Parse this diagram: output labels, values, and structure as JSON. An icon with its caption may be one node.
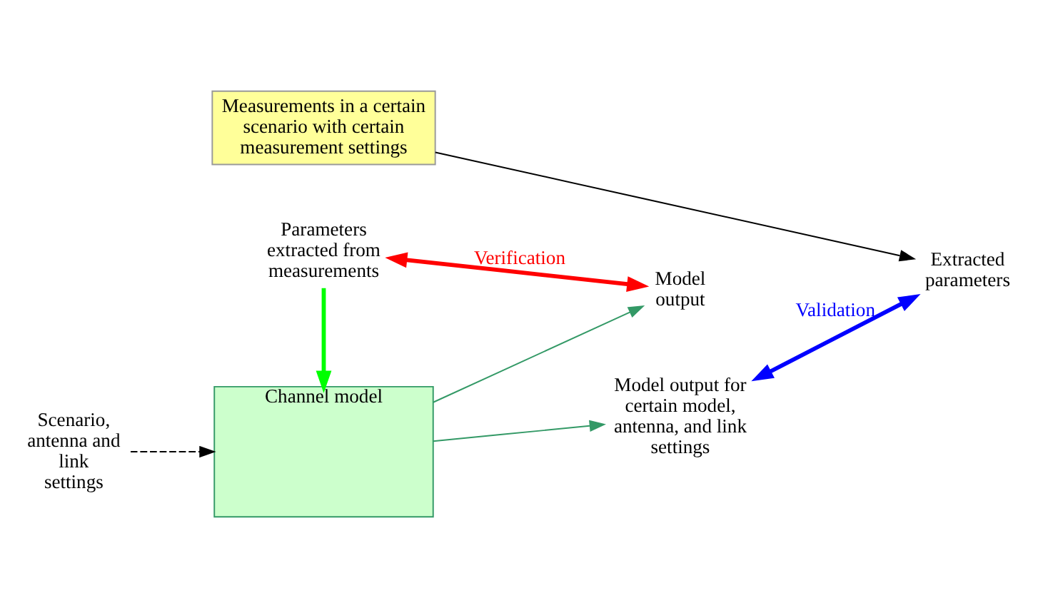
{
  "diagram": {
    "nodes": [
      {
        "text": [
          "Channel model"
        ]
      },
      {
        "text": [
          "Scenario, antenna and link settings"
        ]
      },
      {
        "text": [
          "Model output for certain model, antenna, and link settings"
        ]
      },
      {
        "text": [
          "Model output"
        ]
      },
      {
        "text": [
          "Parameters extracted from measurements"
        ]
      },
      {
        "text": [
          "Measurements in a certain scenario with certain measurement settings"
        ]
      },
      {
        "text": [
          "Extracted parameters"
        ]
      }
    ],
    "edges": [
      {
        "from": 1,
        "to": 0,
        "arrow": "to",
        "style": "dashed",
        "color": "#000000"
      },
      {
        "from": 0,
        "to": 2,
        "arrow": "to",
        "color": "#339966"
      },
      {
        "from": 0,
        "to": 3,
        "arrow": "to",
        "color": "#339966"
      },
      {
        "from": 4,
        "to": 0,
        "arrow": "to",
        "style": "thick",
        "color": "#00ff00"
      },
      {
        "from": 3,
        "to": 4,
        "arrow": "both",
        "label": "Verification",
        "style": "thick",
        "color": "#ff0000"
      },
      {
        "from": 5,
        "to": 6,
        "arrow": "to",
        "color": "#000000"
      },
      {
        "from": 2,
        "to": 6,
        "arrow": "both",
        "label": "Validation",
        "style": "thick",
        "color": "#0000ff"
      }
    ]
  }
}
